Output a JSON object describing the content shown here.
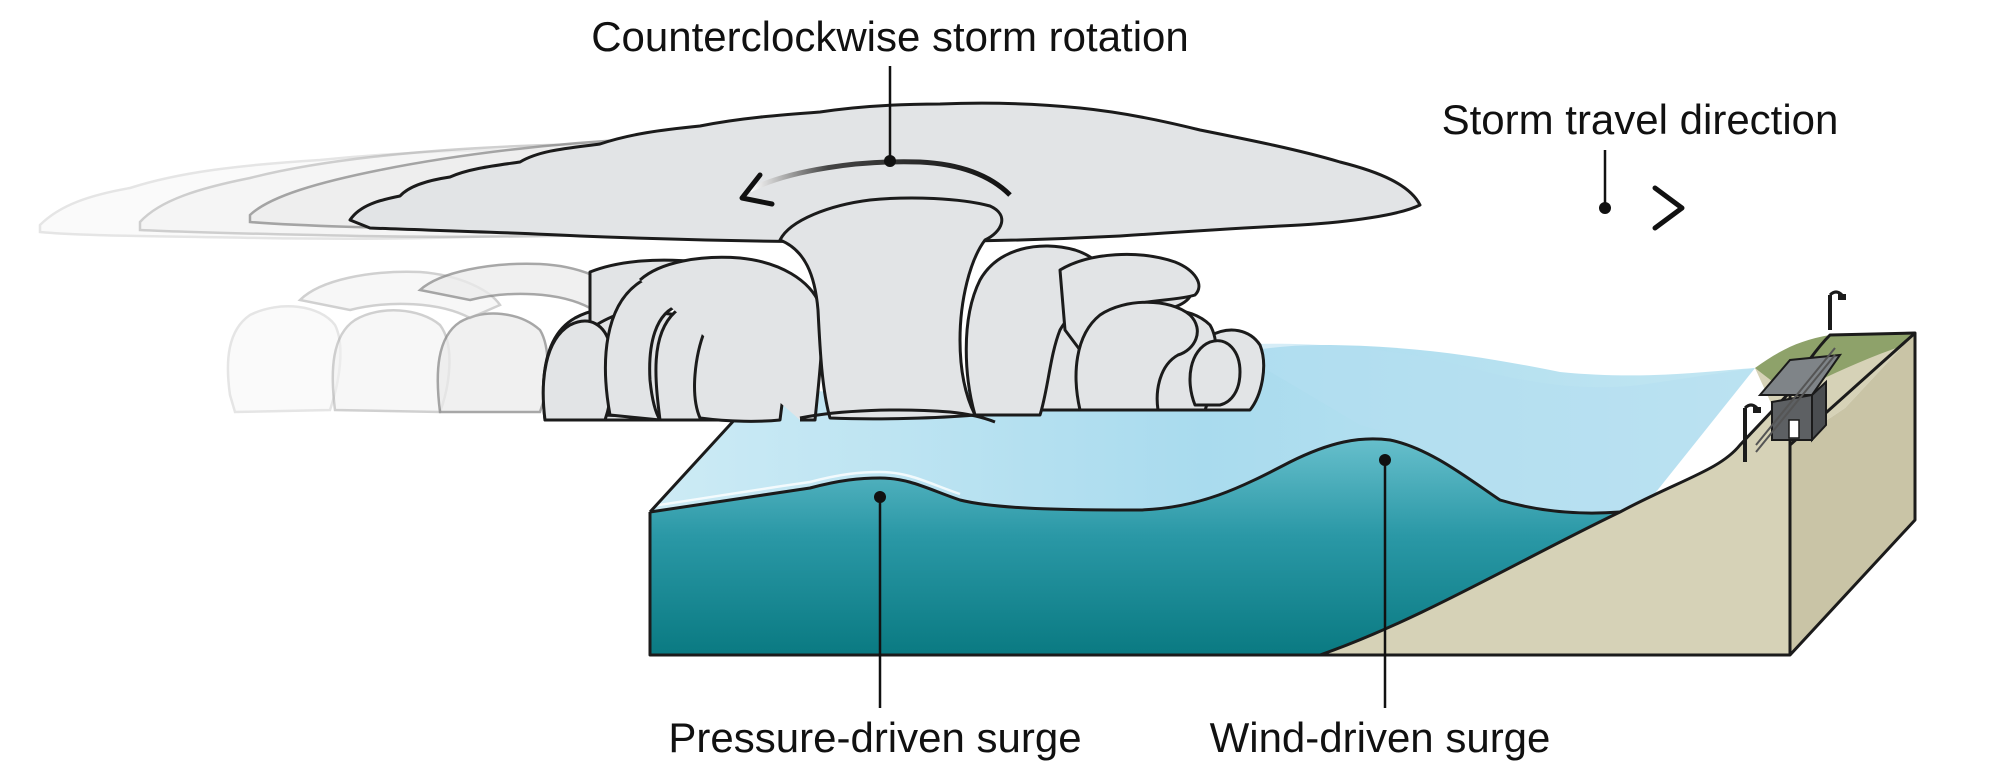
{
  "labels": {
    "rotation": "Counterclockwise storm rotation",
    "travel": "Storm travel direction",
    "pressure_surge": "Pressure-driven surge",
    "wind_surge": "Wind-driven surge"
  },
  "colors": {
    "water_top": "#bde3f1",
    "water_deep": "#0c7f86",
    "water_mid": "#3aa0ad",
    "land": "#d6d2b7",
    "land_side": "#c9c4a6",
    "grass": "#8ea26a",
    "cloud": "#e2e4e6",
    "outline": "#1b1b1b"
  },
  "icons": [
    "rotation-arrow-icon",
    "travel-arrow-icon",
    "house-icon",
    "streetlamp-icon"
  ]
}
